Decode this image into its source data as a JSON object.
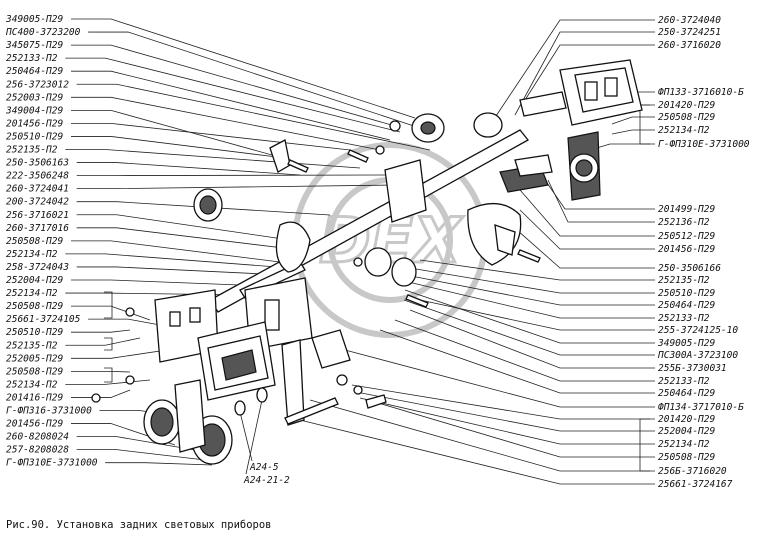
{
  "caption": "Рис.90. Установка задних световых приборов",
  "left_labels": [
    "349005-П29",
    "ПС400-3723200",
    "345075-П29",
    "252133-П2",
    "250464-П29",
    "256-3723012",
    "252003-П29",
    "349004-П29",
    "201456-П29",
    "250510-П29",
    "252135-П2",
    "250-3506163",
    "222-3506248",
    "260-3724041",
    "200-3724042",
    "256-3716021",
    "260-3717016",
    "250508-П29",
    "252134-П2",
    "258-3724043",
    "252004-П29",
    "252134-П2",
    "250508-П29",
    "25661-3724105",
    "250510-П29",
    "252135-П2",
    "252005-П29",
    "250508-П29",
    "252134-П2",
    "201416-П29",
    "Г-ФП316-3731000",
    "201456-П29",
    "260-8208024",
    "257-8208028",
    "Г-ФП310Е-3731000"
  ],
  "right_labels": [
    "260-3724040",
    "250-3724251",
    "260-3716020",
    "ФП133-3716010-Б",
    "201420-П29",
    "250508-П29",
    "252134-П2",
    "Г-ФП310Е-3731000",
    "201499-П29",
    "252136-П2",
    "250512-П29",
    "201456-П29",
    "250-3506166",
    "252135-П2",
    "250510-П29",
    "250464-П29",
    "252133-П2",
    "255-3724125-10",
    "349005-П29",
    "ПС300А-3723100",
    "255Б-3730031",
    "252133-П2",
    "250464-П29",
    "ФП134-3717010-Б",
    "201420-П29",
    "252004-П29",
    "252134-П2",
    "250508-П29",
    "256Б-3716020",
    "25661-3724167"
  ],
  "bottom_labels": [
    "А24-5",
    "А24-21-2"
  ],
  "watermark": "DEX"
}
